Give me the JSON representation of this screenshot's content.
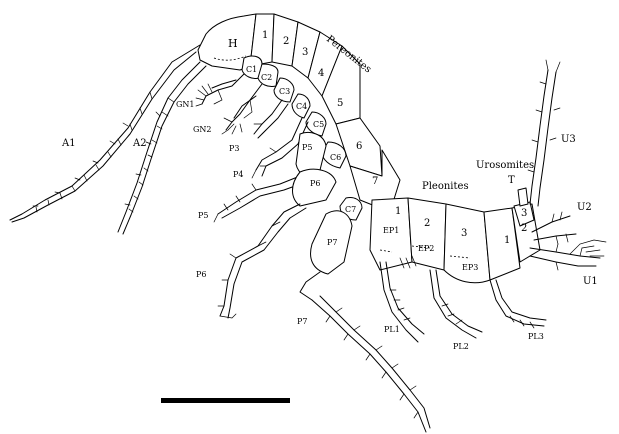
{
  "figure": {
    "head_label": "H",
    "pereonites_title": "Pereonites",
    "pleonites_title": "Pleonites",
    "urosomites_title": "Urosomites",
    "telson_label": "T",
    "pereonite_numbers": [
      "1",
      "2",
      "3",
      "4",
      "5",
      "6",
      "7"
    ],
    "coxa_labels": [
      "C1",
      "C2",
      "C3",
      "C4",
      "C5",
      "C6",
      "C7"
    ],
    "pleonite_numbers": [
      "1",
      "2",
      "3"
    ],
    "epimeral_labels": [
      "EP1",
      "EP2",
      "EP3"
    ],
    "urosomite_numbers": [
      "1",
      "2",
      "3"
    ],
    "antenna_labels": [
      "A1",
      "A2"
    ],
    "gnathopod_labels": [
      "GN1",
      "GN2"
    ],
    "pereopod_labels": [
      "P3",
      "P4",
      "P5",
      "P6",
      "P7"
    ],
    "pereopod_basis_labels": [
      "P5",
      "P6",
      "P7"
    ],
    "pleopod_labels": [
      "PL1",
      "PL2",
      "PL3"
    ],
    "uropod_labels": [
      "U1",
      "U2",
      "U3"
    ],
    "scale_bar": "present, no printed length"
  }
}
